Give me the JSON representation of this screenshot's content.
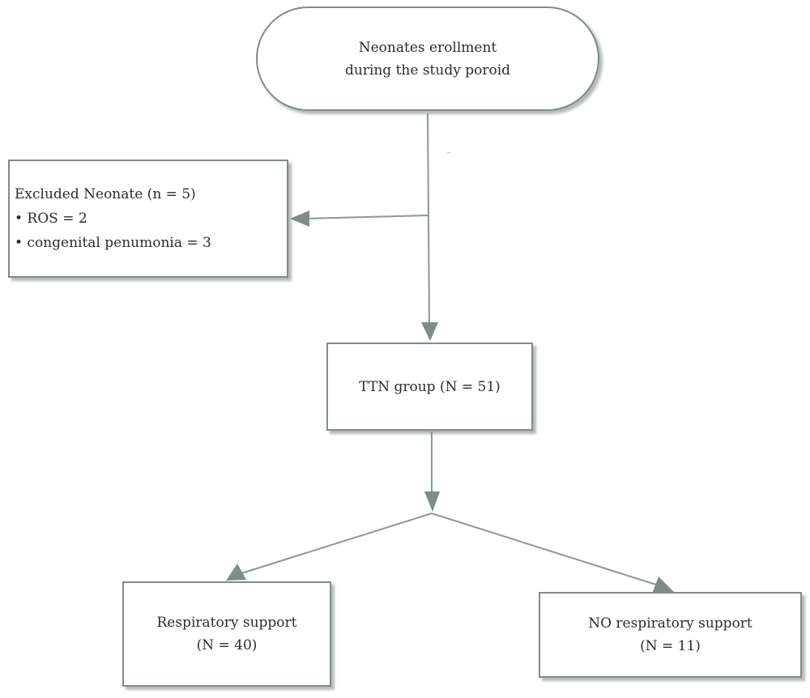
{
  "nodes": {
    "start": {
      "line1": "Neonates erollment",
      "line2": "during the study poroid"
    },
    "excluded": {
      "title": "Excluded Neonate (n = 5)",
      "item1": "• ROS = 2",
      "item2": "• congenital penumonia = 3"
    },
    "ttn": {
      "label": "TTN group (N = 51)"
    },
    "support": {
      "line1": "Respiratory support",
      "line2": "(N = 40)"
    },
    "no_support": {
      "line1": "NO respiratory support",
      "line2": "(N = 11)"
    }
  },
  "colors": {
    "border": "#7f8c8a",
    "connector": "#8a9896",
    "text": "#2c2c2c"
  }
}
